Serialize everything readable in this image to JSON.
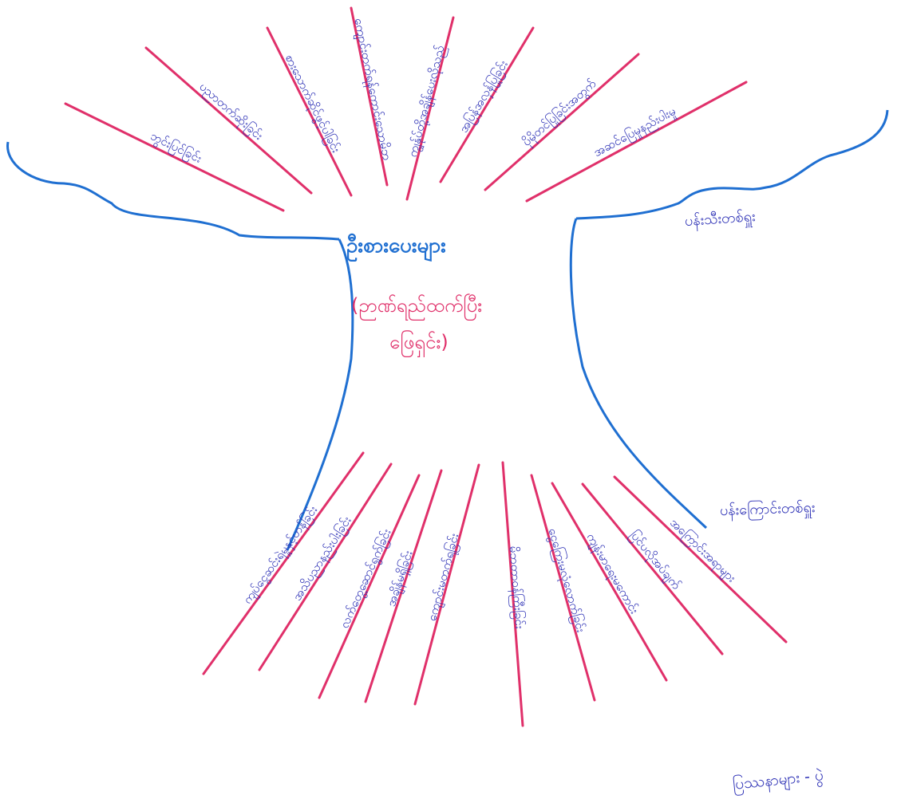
{
  "diagram": {
    "title": "ဦးစားပေးများ",
    "subtitle_line1": "(ဉာဏ်ရည်ထက်ပြီး",
    "subtitle_line2": "ဖြေရှင်း)",
    "leaves_label": "ပန်းသီးတစ်ရှူး",
    "roots_label": "ပန်းကြောင်းတစ်ရှူး",
    "caption": "ပြဿနာများ - ပွဲ",
    "colors": {
      "trunk": "#1f6fd1",
      "branch": "#e0306a",
      "handwriting": "#2b2fb5"
    },
    "branches": [
      {
        "text": "ဘွင်းပြင်ခြင်း"
      },
      {
        "text": "ပညာတက်ဆိုးခြင်း"
      },
      {
        "text": "စားသောက်ဆိုင်ဖွင့်ပါခြင်း"
      },
      {
        "text": "ကျောင်းတက်ရန်ကောင်းသောမိဘ"
      },
      {
        "text": "ကျွန်ုပ်တို့အချိန်ပေးလိုသည်"
      },
      {
        "text": "အပြန်အလှန်ပြုခြင်း"
      },
      {
        "text": "ပိုမိုတင်ပြုခြင်းအတွက်"
      },
      {
        "text": "အဆင်ပြေမှုနည်းပါးမှု"
      }
    ],
    "roots": [
      {
        "text": "ကျပ်ငွေဆင်းရဲမှုနှင့်ဟန်ခြင်း"
      },
      {
        "text": "အသိပညာနည်းပါးခြင်း"
      },
      {
        "text": "လက်တွေ့ဆောင်ရွက်ခြင်း"
      },
      {
        "text": "အချိန်မရှိခြင်း"
      },
      {
        "text": "ကျောင်းမတက်ရခြင်း"
      },
      {
        "text": "မိဘတာဝန်ကြီးခြင်း"
      },
      {
        "text": "ငွေကြေးမလုံလောက်ခြင်း"
      },
      {
        "text": "ကျန်းမာရေးမကောင်း"
      },
      {
        "text": "ပြင်ပလိုအပ်ချက်"
      },
      {
        "text": "အကြောင်းအရာများ"
      }
    ]
  }
}
